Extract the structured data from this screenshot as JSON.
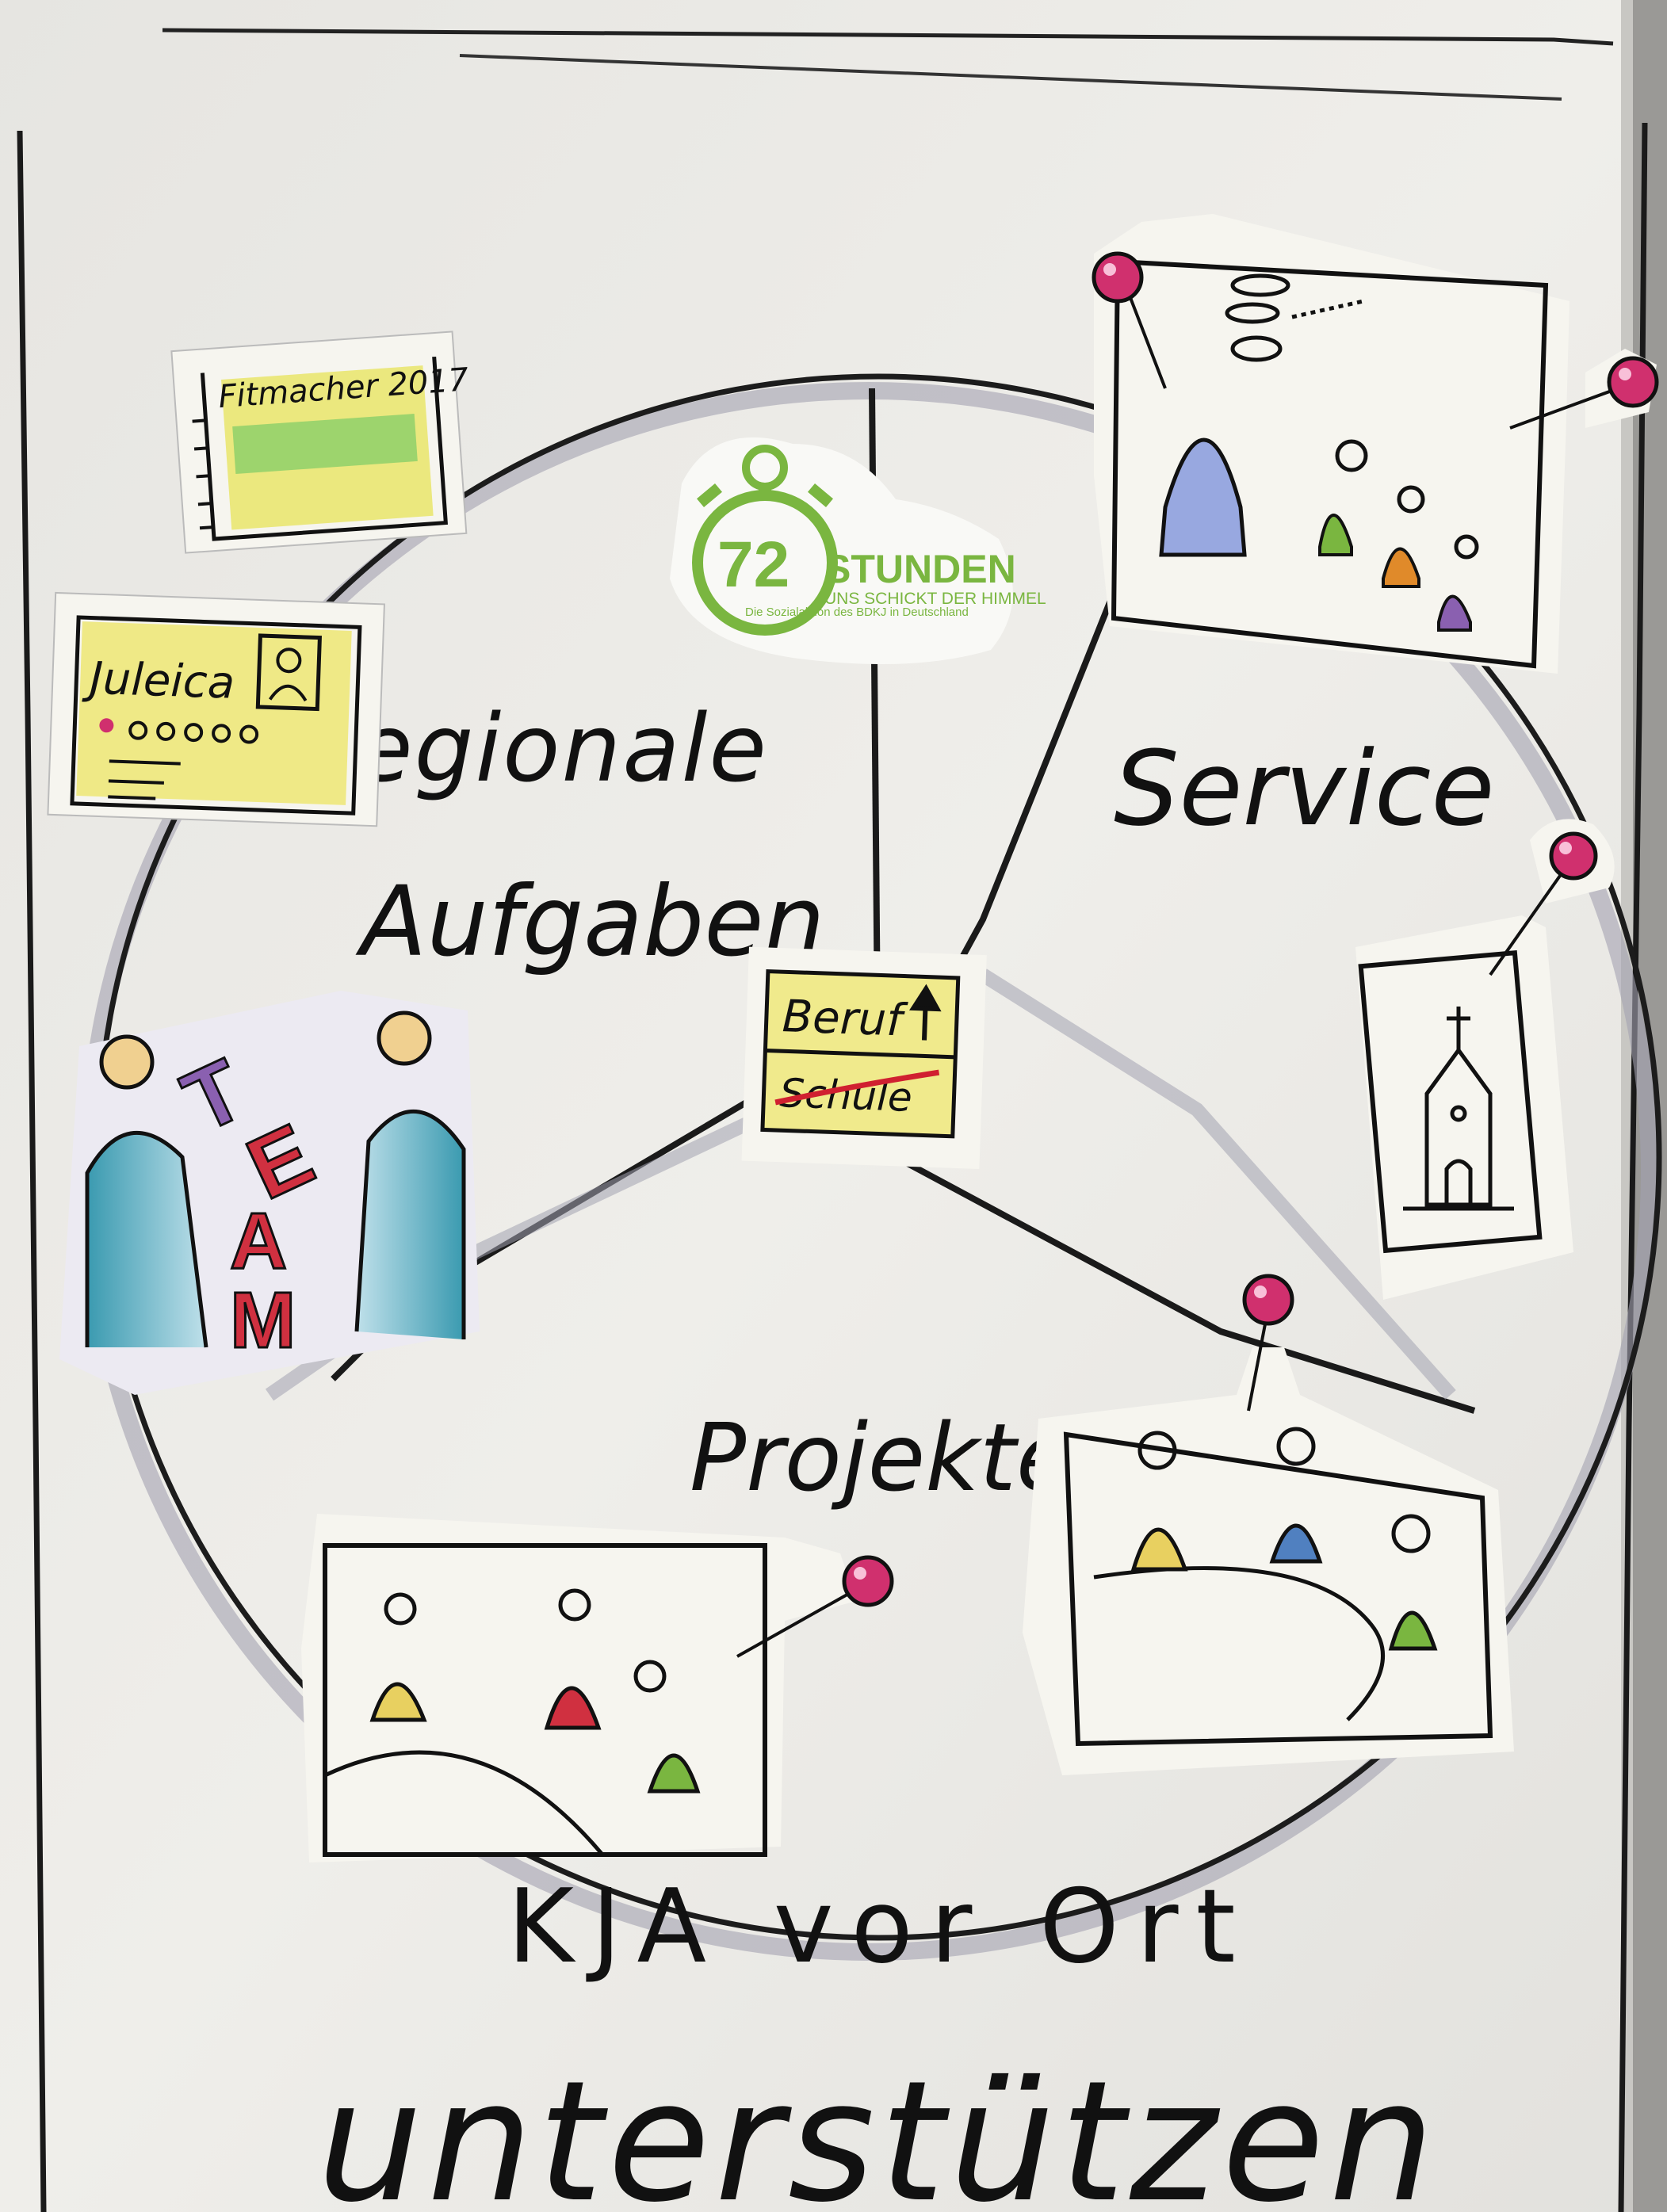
{
  "sections": {
    "regional": {
      "line1": "egionale",
      "line2": "Aufgaben"
    },
    "service": "Service",
    "projects": "Projekte"
  },
  "footer": {
    "line1": "KJA vor Ort",
    "line2": "unterstützen"
  },
  "stickers": {
    "fitmacher": "Fitmacher 2017",
    "juleica": "Juleica",
    "team": [
      "T",
      "E",
      "A",
      "M"
    ],
    "stunden": {
      "number": "72",
      "word": "STUNDEN",
      "slogan": "UNS SCHICKT DER HIMMEL",
      "tagline": "Die Sozialaktion des BDKJ in Deutschland"
    },
    "beruf": "Beruf",
    "schule": "Schule"
  },
  "colors": {
    "paper": "#ecebe7",
    "ink": "#111111",
    "pin": "#d0306e",
    "sticker_green": "#7ab640",
    "yellow": "#e8e060",
    "blue": "#5080c0",
    "red": "#d03040",
    "orange": "#e08a2a",
    "purple": "#8a60b0",
    "teal": "#3a9ab0"
  },
  "icons": [
    "pushpin-icon",
    "church-icon",
    "person-icon",
    "stopwatch-icon",
    "id-card-icon",
    "arrow-up-icon"
  ]
}
